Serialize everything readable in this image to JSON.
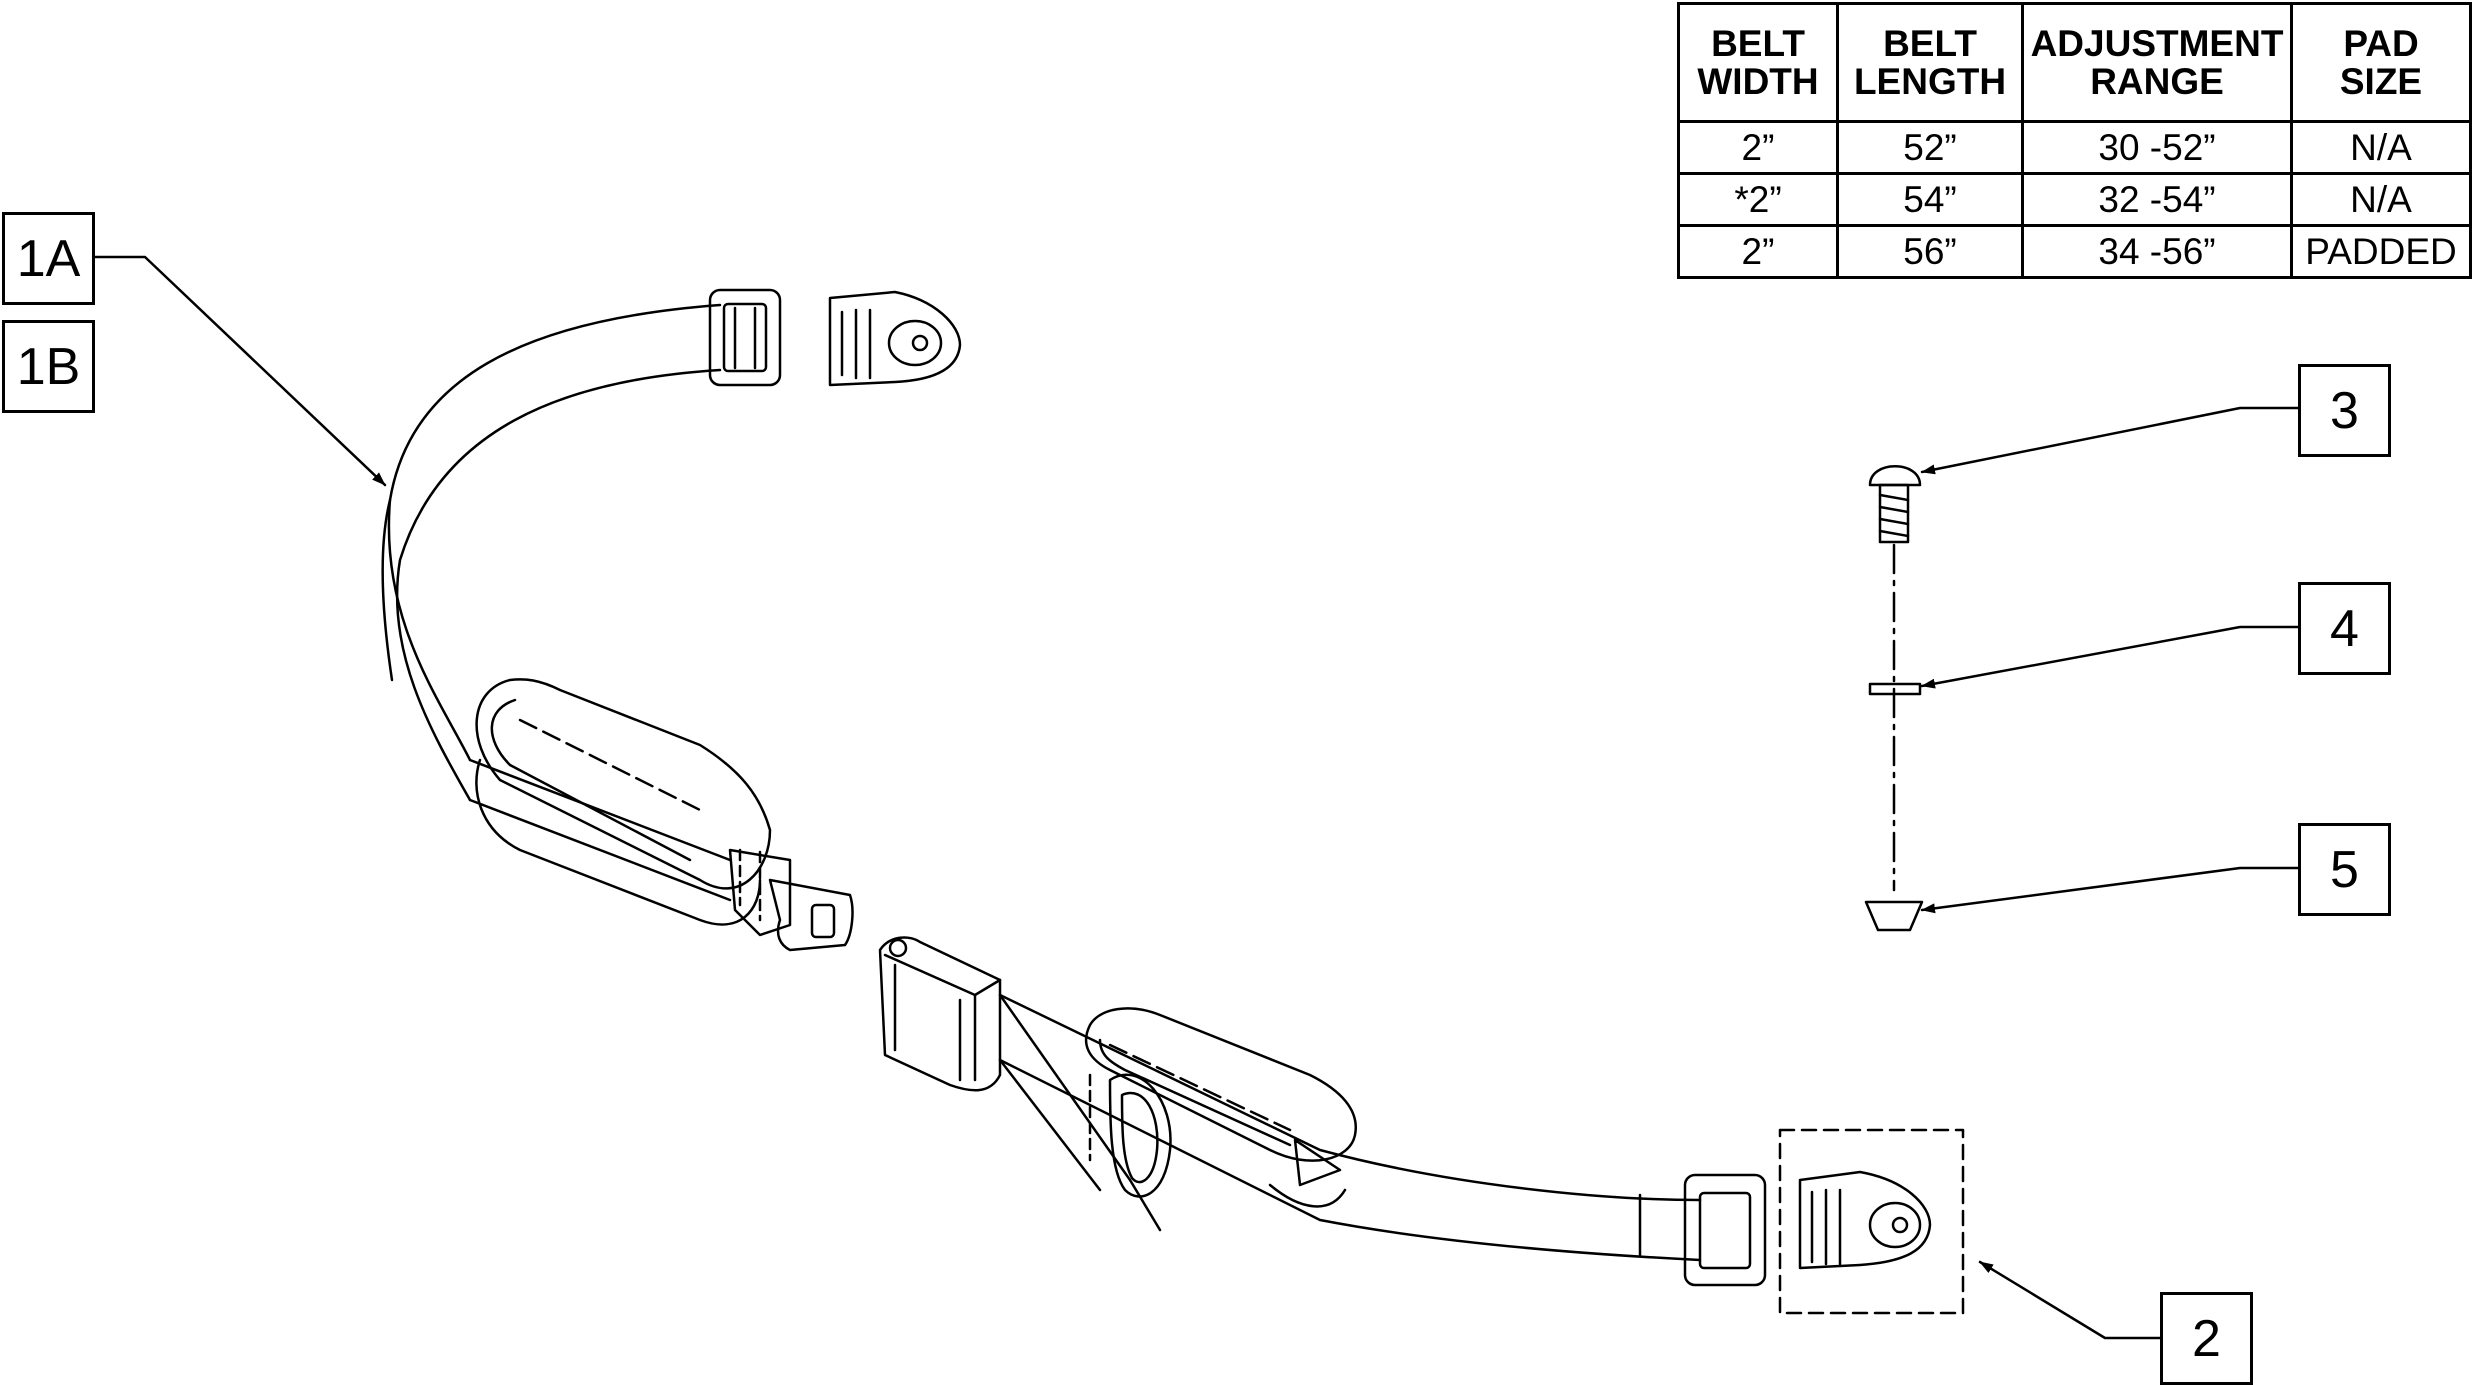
{
  "table": {
    "headers": [
      [
        "BELT",
        "WIDTH"
      ],
      [
        "BELT",
        "LENGTH"
      ],
      [
        "ADJUSTMENT",
        "RANGE"
      ],
      [
        "PAD",
        "SIZE"
      ]
    ],
    "rows": [
      [
        "2”",
        "52”",
        "30 -52”",
        "N/A"
      ],
      [
        "*2”",
        "54”",
        "32 -54”",
        "N/A"
      ],
      [
        "2”",
        "56”",
        "34 -56”",
        "PADDED"
      ]
    ]
  },
  "callouts": {
    "c1a": "1A",
    "c1b": "1B",
    "c2": "2",
    "c3": "3",
    "c4": "4",
    "c5": "5"
  }
}
